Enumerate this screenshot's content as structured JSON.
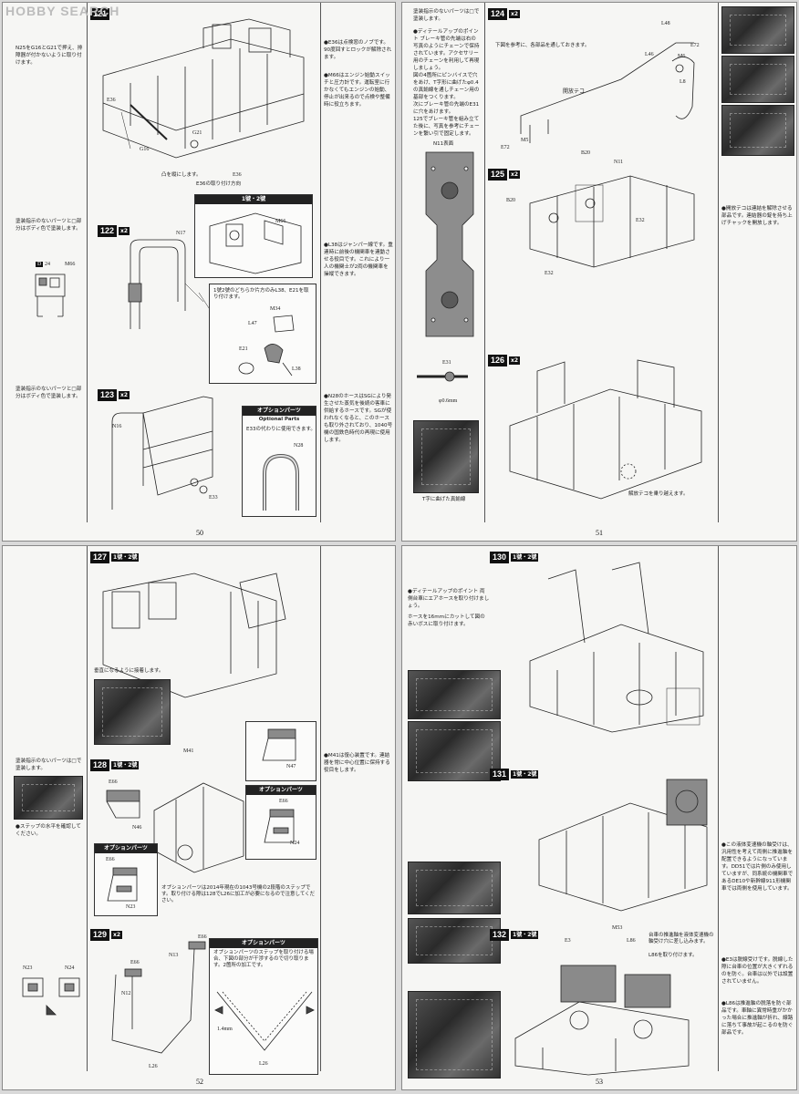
{
  "watermark": "HOBBY SEARCH",
  "pages": {
    "p50": {
      "number": "50",
      "notes": [
        "N25をG16とG21で押え、排障器が付かないように取り付けます。",
        "塗装指示のないパーツと□部分はボディ色で塗装します。",
        "塗装指示のないパーツと□部分はボディ色で塗装します。"
      ],
      "right_notes": [
        "●E36は点検窓のノブです。90度回すとロックが解除されます。",
        "●M66はエンジン始動スイッチと圧力計です。運転室に行かなくてもエンジンの始動、停止が出来るので点検や整備時に役立ちます。",
        "●L38はジャンパー線です。重連時に前後の機関車を連動させる役目です。これにより一人の機関士が2両の機関車を操縦できます。",
        "●N28のホースはSGにより発生させた蒸気を後続の客車に供給するホースです。SGが使われなくなると、このホースも取り外されており、1040号機の国鉄色時代の再現に使用します。"
      ],
      "labels": {
        "d24": "D",
        "d24n": "24",
        "m66a": "M66",
        "e36": "E36",
        "g16": "G16",
        "g21": "G21",
        "e36b": "E36",
        "fit_caption": "E36の取り付け方向",
        "lock_caption": "凸を縦にします。",
        "m66": "M66",
        "n17": "N17",
        "l38": "L38",
        "e21": "E21",
        "l47": "L47",
        "m34": "M34",
        "n16": "N16",
        "e33": "E33",
        "n28": "N28"
      },
      "box_1_2": "1號・2號",
      "box_l38_caption": "1號2號のどちらか片方のみL38、E21を取り付けます。",
      "option_box": {
        "title": "オプションパーツ",
        "subtitle": "Optional Parts",
        "caption": "E33の代わりに使用できます。"
      },
      "steps": [
        {
          "num": "121",
          "tag": ""
        },
        {
          "num": "122",
          "tag": "x2"
        },
        {
          "num": "123",
          "tag": "x2"
        }
      ]
    },
    "p51": {
      "number": "51",
      "notes": [
        "塗装指示のないパーツは□で塗装します。",
        "●ディテールアップのポイント ブレーキ管の先端は右の写真のようにチェーンで保持されています。アクセサリー用のチェーンを利用して再現しましょう。",
        "図の4箇所にピンバイスで穴をあけ、T字形に曲げたφ0.4の真鍮線を通しチェーン用の基部をつくります。",
        "次にブレーキ管の先端のE31に穴をあけます。",
        "125でブレーキ管を組み立てた後に、写真を参考にチェーンを繋い引で固定します。"
      ],
      "right_notes": [
        "●開放テコは連結を解除させる部品です。連結器の錠を持ち上げチャックを開放します。"
      ],
      "labels": {
        "n11_caption": "N11表面",
        "e31": "E31",
        "dia": "φ0.6mm",
        "t_caption": "T字に曲げた真鍮線",
        "instr124": "下図を参考に、各部品を通しておきます。",
        "release_lever": "開放テコ",
        "l48": "L48",
        "l46": "L46",
        "m6": "M6",
        "l8": "L8",
        "e72": "E72",
        "e72b": "E72",
        "m5": "M5",
        "b20": "B20",
        "b20b": "B20",
        "n11": "N11",
        "e32": "E32",
        "e32b": "E32",
        "over_caption": "解放テコを乗り越えます。"
      },
      "steps": [
        {
          "num": "124",
          "tag": "x2"
        },
        {
          "num": "125",
          "tag": "x2"
        },
        {
          "num": "126",
          "tag": "x2"
        }
      ]
    },
    "p52": {
      "number": "52",
      "notes": [
        "塗装指示のないパーツは□で塗装します。",
        "●ステップの水平を確認してください。"
      ],
      "right_notes": [
        "●M41は復心装置です。連結器を常に中心位置に保持する役目をします。"
      ],
      "labels": {
        "vertical_caption": "垂直になるように接着します。",
        "m41": "M41",
        "e66": "E66",
        "n46": "N46",
        "n47": "N47",
        "e66b": "E66",
        "n24": "N24",
        "e66c": "E66",
        "n23": "N23",
        "n23b": "N23",
        "n24b": "N24",
        "n13": "N13",
        "e66d": "E66",
        "e66e": "E66",
        "n12": "N12",
        "l26": "L26",
        "l26b": "L26",
        "dim": "1.4mm"
      },
      "option_caption": "オプションパーツは2014年現在の1043号機の2段階のステップです。取り付ける際は128でL26に加工が必要になるので注意してください。",
      "option_label_a": "オプションパーツ",
      "option_label_b": "オプションパーツ",
      "option_box": {
        "title": "オプションパーツ",
        "caption": "オプションパーツのステップを取り付ける場合、下図の部分が干渉するので切り取ります。2箇所の加工です。"
      },
      "steps": [
        {
          "num": "127",
          "tag": "1號・2號"
        },
        {
          "num": "128",
          "tag": "1號・2號"
        },
        {
          "num": "129",
          "tag": "x2"
        }
      ]
    },
    "p53": {
      "number": "53",
      "notes": [
        "●ディテールアップのポイント 両側台車にエアホースを取り付けましょう。",
        "ホースを16mmにカットして図の赤いボスに取り付けます。"
      ],
      "right_notes": [
        "●この液体変速機の軸受けは、汎用性を考えて両側に推進軸を配置できるようになっています。DD51では片側のみ使用していますが、同系統の機関車であるDE10や新幹線911形機関車では両側を使用しています。",
        "●E3は脱線受けです。脱線した際に台車の位置が大きくずれるのを防ぐ。台車は以外では設置されていません。",
        "●L86は推進軸の脱落を防ぐ部品です。車軸に異常時重がかかった場合に推進軸が折れ、線路に落ちて事故が起こるのを防ぐ部品です。"
      ],
      "labels": {
        "e3": "E3",
        "l86": "L86",
        "m53": "M53",
        "truck_caption": "台車の推進軸を液体変速機の軸受け穴に差し込みます。",
        "l86_caption": "L86を取り付けます。"
      },
      "steps": [
        {
          "num": "130",
          "tag": "1號・2號"
        },
        {
          "num": "131",
          "tag": "1號・2號"
        },
        {
          "num": "132",
          "tag": "1號・2號"
        }
      ]
    }
  }
}
